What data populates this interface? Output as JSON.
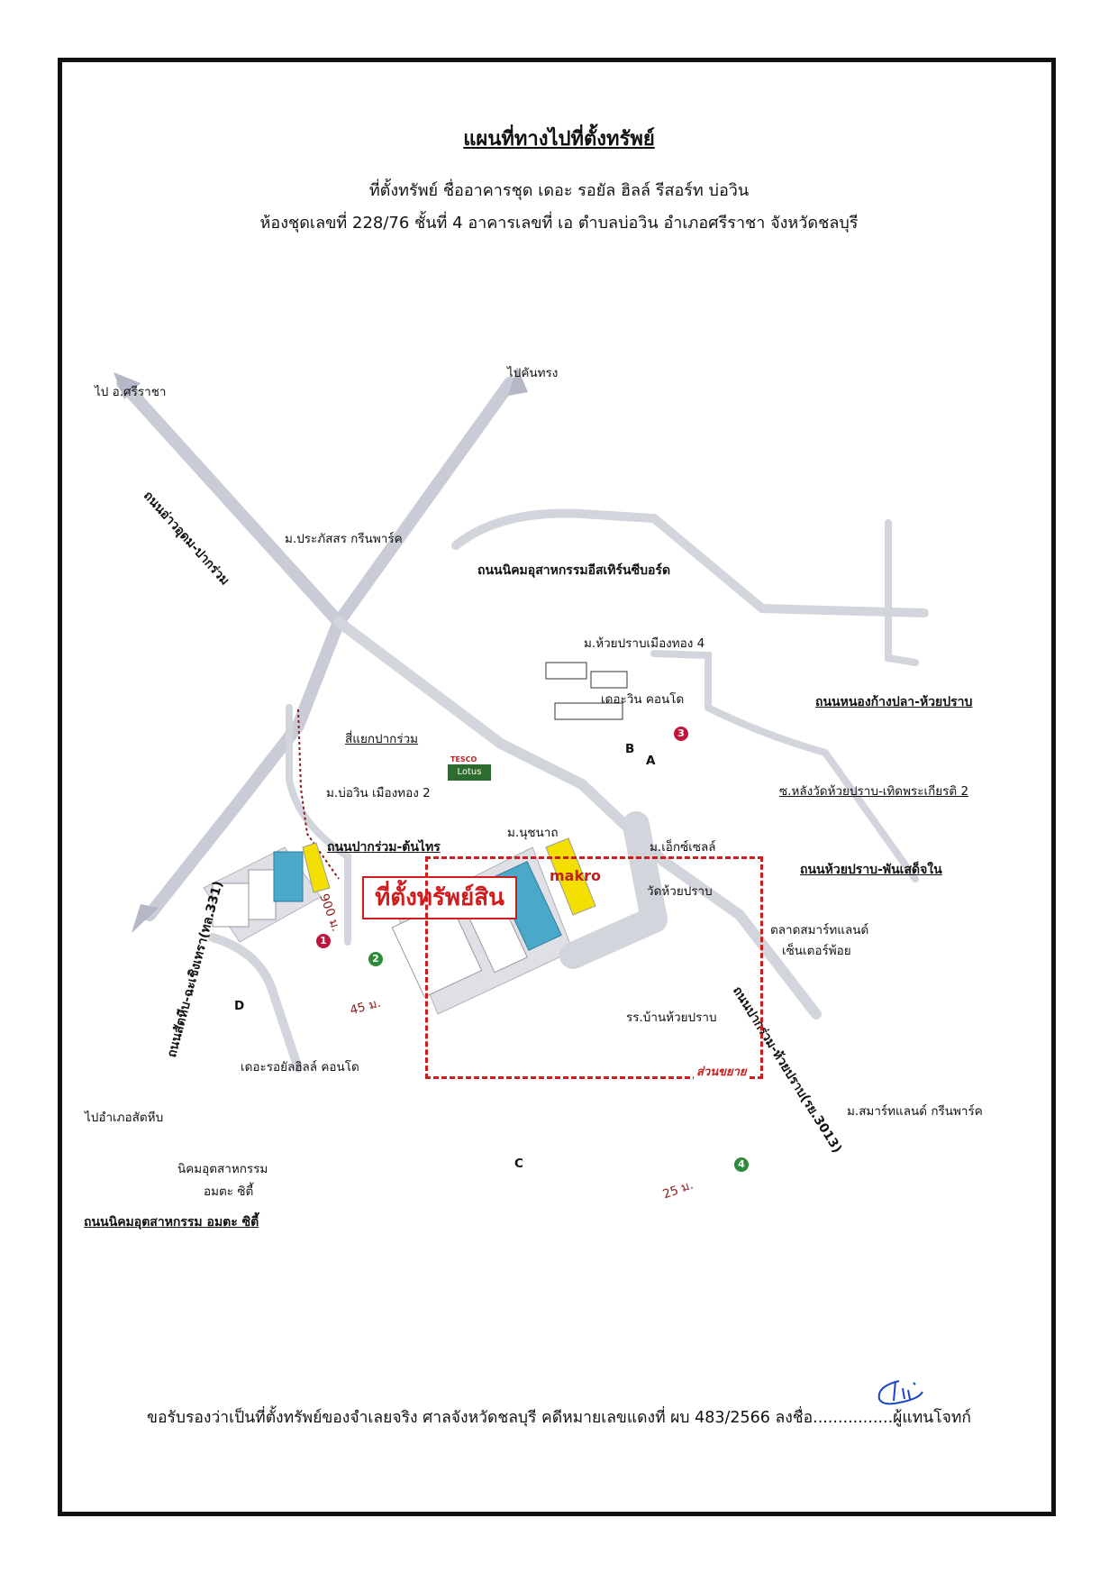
{
  "document": {
    "title": "แผนที่ทางไปที่ตั้งทรัพย์",
    "subtitle1": "ที่ตั้งทรัพย์  ชื่ออาคารชุด  เดอะ รอยัล ฮิลล์ รีสอร์ท บ่อวิน",
    "subtitle2": "ห้องชุดเลขที่  228/76  ชั้นที่ 4  อาคารเลขที่ เอ  ตำบลบ่อวิน  อำเภอศรีราชา  จังหวัดชลบุรี",
    "certification": "ขอรับรองว่าเป็นที่ตั้งทรัพย์ของจำเลยจริง ศาลจังหวัดชลบุรี คดีหมายเลขแดงที่ ผบ 483/2566 ลงชื่อ................ผู้แทนโจทก์"
  },
  "map": {
    "directions": {
      "to_sriracha": "ไป อ.ศรีราชา",
      "to_khanthong": "ไปคันทรง",
      "to_sattahip": "ไปอำเภอสัตหีบ"
    },
    "roads": {
      "ao_udom": "ถนนอ่าวอุดม-ปากร่วม",
      "eastern_seaboard": "ถนนนิคมอุสาหกรรมอีสเทิร์นซีบอร์ด",
      "nong_kang_pla": "ถนนหนองก้างปลา-ห้วยปราบ",
      "soi_lang_wat": "ซ.หลังวัดห้วยปราบ-เทิดพระเกียรติ 2",
      "huai_prap_phan": "ถนนห้วยปราบ-พันเสด็จใน",
      "pak_ruam_ton_sai": "ถนนปากร่วม-ต้นไทร",
      "sattahip_chachoengsao": "ถนนสัตหีบ-ฉะเชิงเทรา(ทล.331)",
      "pak_ruam_huai_prap": "ถนนปากร่วม-ห้วยปราบ(รย.3013)",
      "amata_road": "ถนนนิคมอุตสาหกรรม อมตะ ซิตี้"
    },
    "places": {
      "prakassorn": "ม.ประภัสสร กรีนพาร์ค",
      "huai_prap_muang_thong": "ม.ห้วยปราบเมืองทอง 4",
      "the_win": "เดอะวิน คอนโด",
      "intersection": "สี่แยกปากร่วม",
      "bowin_muang_thong": "ม.บ่อวิน เมืองทอง 2",
      "nuchanat": "ม.นุชนาถ",
      "excel": "ม.เอ็กซ์เซลล์",
      "wat_huai_prap": "วัดห้วยปราบ",
      "smart_land_market": "ตลาดสมาร์ทแลนด์",
      "center_point": "เซ็นเตอร์พ้อย",
      "school": "รร.บ้านห้วยปราบ",
      "royal_hill": "เดอะรอยัลฮิลล์ คอนโด",
      "smart_land_green": "ม.สมาร์ทแลนด์ กรีนพาร์ค",
      "amata_city": "นิคมอุตสาหกรรม",
      "amata_city2": "อมตะ ซิตี้",
      "makro": "makro",
      "tesco": "TESCO",
      "lotus": "Lotus"
    },
    "property_label": "ที่ตั้งทรัพย์สิน",
    "expanded_label": "ส่วนขยาย",
    "distances": {
      "d900": "900 ม.",
      "d45": "45 ม.",
      "d25": "25 ม."
    },
    "markers": {
      "m1": "1",
      "m2": "2",
      "m3": "3",
      "m4": "4"
    },
    "buildings": {
      "a": "A",
      "b": "B",
      "c": "C",
      "d": "D"
    },
    "colors": {
      "road": "#c9ccd6",
      "road_edge": "#a9adbb",
      "accent_red": "#d01c1c",
      "marker_green": "#2e8b3a",
      "building_yellow": "#f3e000",
      "building_blue": "#4aa9c9"
    }
  }
}
